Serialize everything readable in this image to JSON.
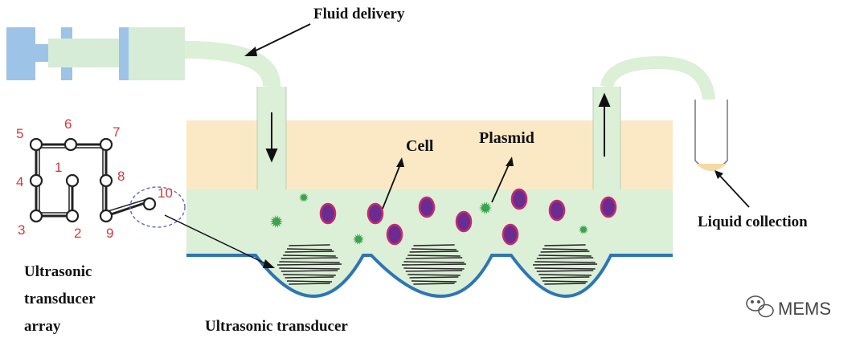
{
  "labels": {
    "fluid_delivery": "Fluid delivery",
    "cell": "Cell",
    "plasmid": "Plasmid",
    "liquid_collection": "Liquid  collection",
    "ultrasonic_transducer": "Ultrasonic transducer",
    "array_label_line1": "Ultrasonic",
    "array_label_line2": "transducer",
    "array_label_line3": "array"
  },
  "array_numbers": [
    "1",
    "2",
    "3",
    "4",
    "5",
    "6",
    "7",
    "8",
    "9",
    "10"
  ],
  "watermark": {
    "icon": "wechat-icon",
    "text": "MEMS"
  },
  "colors": {
    "chamber_fluid": "#dcefd7",
    "substrate": "#fbe9c6",
    "syringe_barrel": "#9dc3e6",
    "syringe_plunger": "#d6ecd6",
    "boundary_line": "#2e75b6",
    "cell_fill": "#6a2c91",
    "cell_outline": "#c42a6e",
    "plasmid": "#3aa449",
    "array_numbers": "#d0393a"
  }
}
